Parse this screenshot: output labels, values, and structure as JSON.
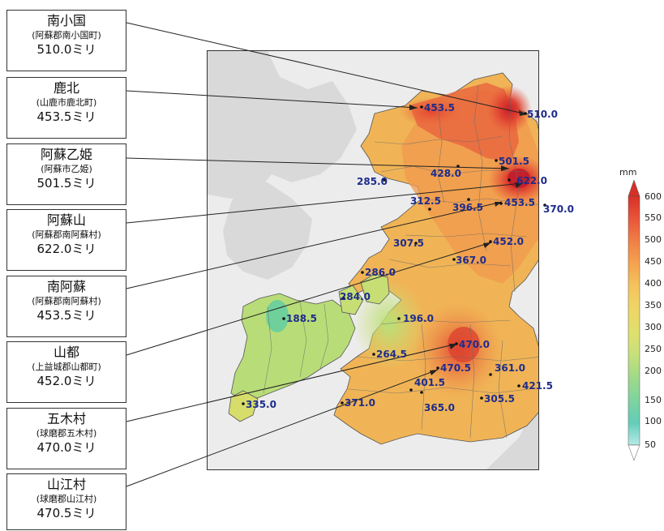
{
  "callouts": [
    {
      "name": "南小国",
      "location": "(阿蘇郡南小国町)",
      "value": "510.0ミリ"
    },
    {
      "name": "鹿北",
      "location": "(山鹿市鹿北町)",
      "value": "453.5ミリ"
    },
    {
      "name": "阿蘇乙姫",
      "location": "(阿蘇市乙姫)",
      "value": "501.5ミリ"
    },
    {
      "name": "阿蘇山",
      "location": "(阿蘇郡南阿蘇村)",
      "value": "622.0ミリ"
    },
    {
      "name": "南阿蘇",
      "location": "(阿蘇郡南阿蘇村)",
      "value": "453.5ミリ"
    },
    {
      "name": "山都",
      "location": "(上益城郡山都町)",
      "value": "452.0ミリ"
    },
    {
      "name": "五木村",
      "location": "(球磨郡五木村)",
      "value": "470.0ミリ"
    },
    {
      "name": "山江村",
      "location": "(球磨郡山江村)",
      "value": "470.5ミリ"
    }
  ],
  "stations": [
    "453.5",
    "510.0",
    "501.5",
    "428.0",
    "622.0",
    "285.0",
    "312.5",
    "396.5",
    "453.5",
    "370.0",
    "307.5",
    "452.0",
    "367.0",
    "286.0",
    "284.0",
    "188.5",
    "196.0",
    "470.0",
    "264.5",
    "470.5",
    "361.0",
    "401.5",
    "421.5",
    "371.0",
    "305.5",
    "365.0",
    "335.0"
  ],
  "colorbar": {
    "unit": "mm",
    "ticks": [
      "600",
      "550",
      "500",
      "450",
      "400",
      "350",
      "300",
      "250",
      "200",
      "150",
      "100",
      "50"
    ],
    "colors": [
      "#d73027",
      "#e8553a",
      "#f07f45",
      "#f5a24f",
      "#f4c35c",
      "#efd565",
      "#dfe06d",
      "#c5e07a",
      "#9fd989",
      "#7fd39f",
      "#62cdb8",
      "#b8eae6"
    ]
  }
}
